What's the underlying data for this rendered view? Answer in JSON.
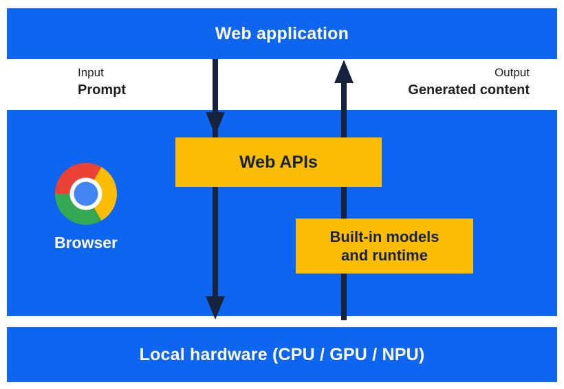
{
  "nodes": {
    "web_application": "Web application",
    "browser": "Browser",
    "web_apis": "Web APIs",
    "builtin_models": {
      "line1": "Built-in models",
      "line2": "and runtime"
    },
    "local_hardware": "Local hardware (CPU / GPU / NPU)"
  },
  "labels": {
    "input": {
      "title": "Input",
      "value": "Prompt"
    },
    "output": {
      "title": "Output",
      "value": "Generated content"
    }
  },
  "flows": [
    {
      "name": "input-flow",
      "direction": "down",
      "from": "Web application",
      "to": "Local hardware (CPU / GPU / NPU)"
    },
    {
      "name": "output-flow",
      "direction": "up",
      "from": "Local hardware (CPU / GPU / NPU)",
      "to": "Web application"
    }
  ],
  "icons": {
    "browser": "chrome-icon"
  },
  "colors": {
    "blue": "#0d65f0",
    "yellow": "#fbbc04",
    "dark": "#17233c",
    "gap_text": "#1f1f1f",
    "chrome_red": "#ea4335",
    "chrome_green": "#34a853",
    "chrome_yellow": "#fbbc04",
    "chrome_blue": "#4285f4"
  }
}
